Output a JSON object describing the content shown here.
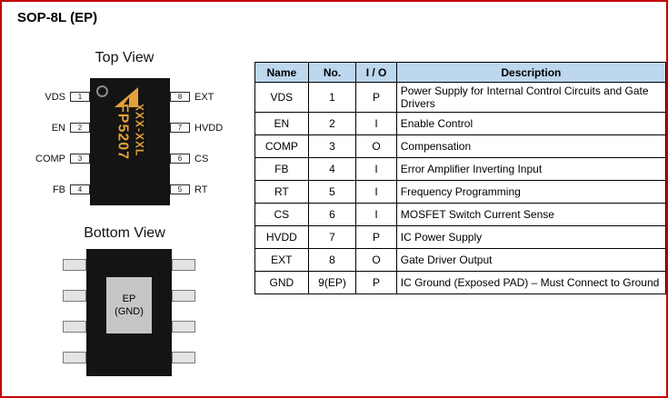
{
  "page": {
    "title": "SOP-8L (EP)"
  },
  "colors": {
    "frame_border": "#C00000",
    "table_header_bg": "#BDD7EE",
    "chip_body": "#141414",
    "chip_marking": "#E2A23B",
    "ep_pad": "#C6C6C6"
  },
  "top_view": {
    "label": "Top View",
    "marking_line1": "FP5207",
    "marking_line2": "XXX-XXL",
    "left_pins": [
      {
        "name": "VDS",
        "num": "1"
      },
      {
        "name": "EN",
        "num": "2"
      },
      {
        "name": "COMP",
        "num": "3"
      },
      {
        "name": "FB",
        "num": "4"
      }
    ],
    "right_pins": [
      {
        "name": "EXT",
        "num": "8"
      },
      {
        "name": "HVDD",
        "num": "7"
      },
      {
        "name": "CS",
        "num": "6"
      },
      {
        "name": "RT",
        "num": "5"
      }
    ]
  },
  "bottom_view": {
    "label": "Bottom View",
    "pad_line1": "EP",
    "pad_line2": "(GND)"
  },
  "pin_table": {
    "headers": [
      "Name",
      "No.",
      "I / O",
      "Description"
    ],
    "rows": [
      [
        "VDS",
        "1",
        "P",
        "Power Supply for Internal Control Circuits and Gate Drivers"
      ],
      [
        "EN",
        "2",
        "I",
        "Enable Control"
      ],
      [
        "COMP",
        "3",
        "O",
        "Compensation"
      ],
      [
        "FB",
        "4",
        "I",
        "Error Amplifier Inverting Input"
      ],
      [
        "RT",
        "5",
        "I",
        "Frequency Programming"
      ],
      [
        "CS",
        "6",
        "I",
        "MOSFET Switch Current Sense"
      ],
      [
        "HVDD",
        "7",
        "P",
        "IC Power Supply"
      ],
      [
        "EXT",
        "8",
        "O",
        "Gate Driver Output"
      ],
      [
        "GND",
        "9(EP)",
        "P",
        "IC Ground (Exposed PAD) – Must Connect to Ground"
      ]
    ]
  }
}
